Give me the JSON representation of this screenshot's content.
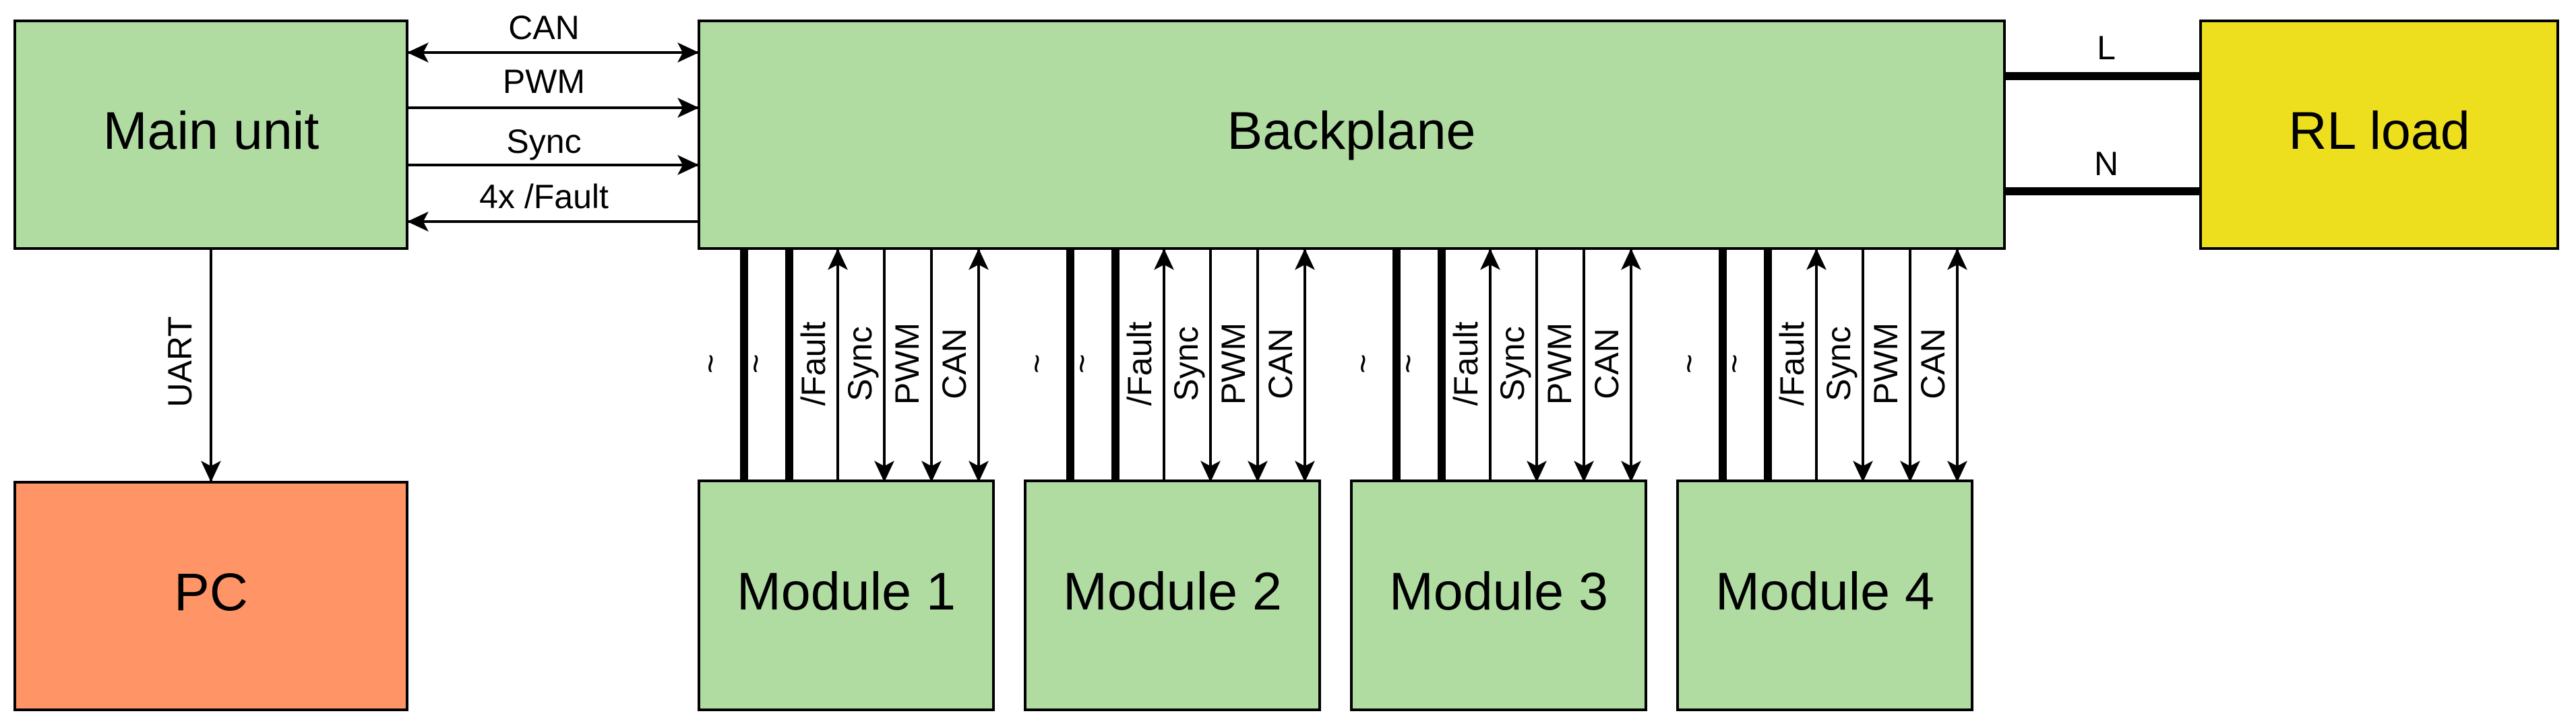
{
  "colors": {
    "module_green": "#b0dca2",
    "pc_orange": "#ff9466",
    "load_yellow": "#eedf1e",
    "stroke": "#000000"
  },
  "blocks": {
    "main_unit": "Main unit",
    "backplane": "Backplane",
    "rl_load": "RL load",
    "pc": "PC"
  },
  "main_links": {
    "can": "CAN",
    "pwm": "PWM",
    "sync": "Sync",
    "fault": "4x /Fault"
  },
  "pc_link": "UART",
  "load_lines": {
    "l": "L",
    "n": "N"
  },
  "modules": [
    {
      "name": "Module 1"
    },
    {
      "name": "Module 2"
    },
    {
      "name": "Module 3"
    },
    {
      "name": "Module 4"
    }
  ],
  "module_signals": [
    "~",
    "~",
    "/Fault",
    "Sync",
    "PWM",
    "CAN"
  ]
}
